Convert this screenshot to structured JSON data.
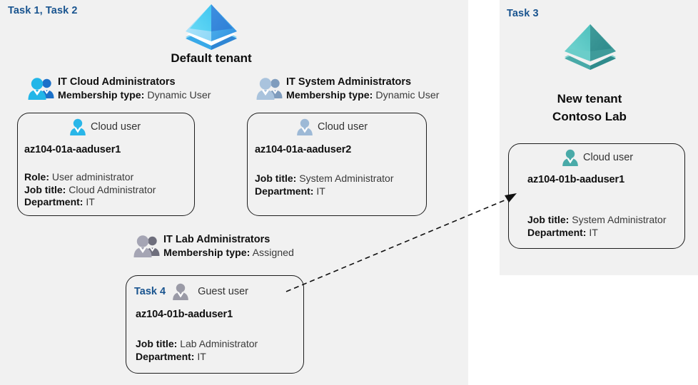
{
  "panels": {
    "left": {
      "task_label": "Task 1, Task 2"
    },
    "right": {
      "task_label": "Task 3"
    }
  },
  "tenants": [
    {
      "id": "default-tenant",
      "icon": "azure-tenant-icon",
      "color": "#3fa9f5",
      "name": "Default tenant",
      "name_line2": ""
    },
    {
      "id": "new-tenant",
      "icon": "azure-tenant-icon",
      "color": "#4bbcb8",
      "name": "New  tenant",
      "name_line2": "Contoso Lab"
    }
  ],
  "groups": [
    {
      "id": "it-cloud-administrators",
      "icon": "group-users-icon",
      "title": "IT Cloud Administrators",
      "membership_label": "Membership type:",
      "membership_value": "Dynamic User"
    },
    {
      "id": "it-system-administrators",
      "icon": "group-users-icon",
      "title": "IT System Administrators",
      "membership_label": "Membership type:",
      "membership_value": "Dynamic User"
    },
    {
      "id": "it-lab-administrators",
      "icon": "group-users-icon",
      "title": "IT Lab Administrators",
      "membership_label": "Membership type:",
      "membership_value": "Assigned"
    }
  ],
  "users": [
    {
      "id": "az104-01a-aaduser1",
      "task_tag": "",
      "type_icon": "cloud-user-icon",
      "type_label": "Cloud user",
      "name": "az104-01a-aaduser1",
      "attributes": [
        {
          "label": "Role:",
          "value": "User administrator"
        },
        {
          "label": "Job title:",
          "value": "Cloud Administrator"
        },
        {
          "label": "Department:",
          "value": "IT"
        }
      ]
    },
    {
      "id": "az104-01a-aaduser2",
      "task_tag": "",
      "type_icon": "cloud-user-icon",
      "type_label": "Cloud user",
      "name": "az104-01a-aaduser2",
      "attributes": [
        {
          "label": "Job title:",
          "value": "System Administrator"
        },
        {
          "label": "Department:",
          "value": "IT"
        }
      ]
    },
    {
      "id": "az104-01b-aaduser1-guest",
      "task_tag": "Task 4",
      "type_icon": "guest-user-icon",
      "type_label": "Guest user",
      "name": "az104-01b-aaduser1",
      "attributes": [
        {
          "label": "Job title:",
          "value": "Lab Administrator"
        },
        {
          "label": "Department:",
          "value": "IT"
        }
      ]
    },
    {
      "id": "az104-01b-aaduser1-cloud",
      "task_tag": "",
      "type_icon": "cloud-user-icon",
      "type_label": "Cloud user",
      "name": "az104-01b-aaduser1",
      "attributes": [
        {
          "label": "Job title:",
          "value": "System Administrator"
        },
        {
          "label": "Department:",
          "value": "IT"
        }
      ]
    }
  ],
  "connector": {
    "id": "guest-to-cloud-user-arrow",
    "style": "dashed-arrow",
    "color": "#111111"
  },
  "colors": {
    "panel_background": "#f1f1f1",
    "page_background": "#ffffff",
    "task_label": "#19548f",
    "default_tenant_accent": "#3fa9f5",
    "new_tenant_accent": "#4bbcb8",
    "card_border": "#1d1d1d",
    "cloud_user_blue": "#29b6e8",
    "cloud_user_grey_blue": "#9db9d6",
    "cloud_user_teal": "#49aaa8",
    "guest_user_grey": "#9a9aa6"
  }
}
